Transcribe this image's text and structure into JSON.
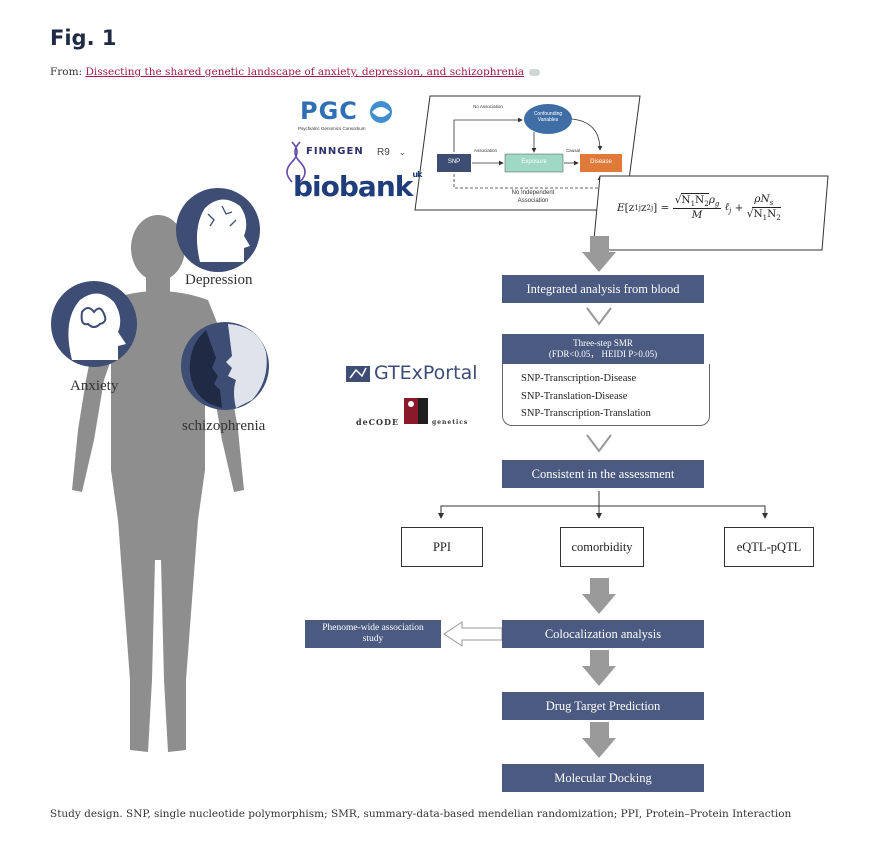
{
  "header": {
    "title": "Fig. 1",
    "from_prefix": "From: ",
    "from_link": "Dissecting the shared genetic landscape of anxiety, depression, and schizophrenia"
  },
  "logos": {
    "pgc": "PGC",
    "pgc_sub": "Psychiatric Genomics Consortium",
    "finngen": "FINNGEN",
    "finngen_release": "R9",
    "biobank": "biobank",
    "biobank_sup": "uk",
    "gtex": "GTExPortal",
    "decode_left": "deCODE",
    "decode_right": "genetics"
  },
  "mr_diagram": {
    "confounding": "Confounding Variables",
    "snp": "SNP",
    "exposure": "Exposure",
    "disease": "Disease",
    "no_association": "No Association",
    "association": "Association",
    "causal": "Causal",
    "no_independent": "No Independent",
    "association_bottom": "Association"
  },
  "persons": {
    "depression": "Depression",
    "anxiety": "Anxiety",
    "schizophrenia": "schizophrenia"
  },
  "flow": {
    "integrated": "Integrated analysis from blood",
    "smr_line1": "Three-step SMR",
    "smr_line2": "(FDR<0.05， HEIDI P>0.05)",
    "smr_item1": "SNP-Transcription-Disease",
    "smr_item2": "SNP-Translation-Disease",
    "smr_item3": "SNP-Transcription-Translation",
    "consistent": "Consistent in the assessment",
    "ppi": "PPI",
    "comorbidity": "comorbidity",
    "eqtl": "eQTL-pQTL",
    "phewas": "Phenome-wide association study",
    "coloc": "Colocalization analysis",
    "drug": "Drug Target Prediction",
    "docking": "Molecular Docking"
  },
  "caption": "Study design. SNP, single nucleotide polymorphism; SMR, summary-data-based mendelian randomization; PPI, Protein–Protein Interaction",
  "colors": {
    "navy": "#4a5a80",
    "silhouette": "#8e8e8e",
    "exposure": "#9fd8c4",
    "disease": "#e07a3a",
    "link": "#a11a4b"
  }
}
